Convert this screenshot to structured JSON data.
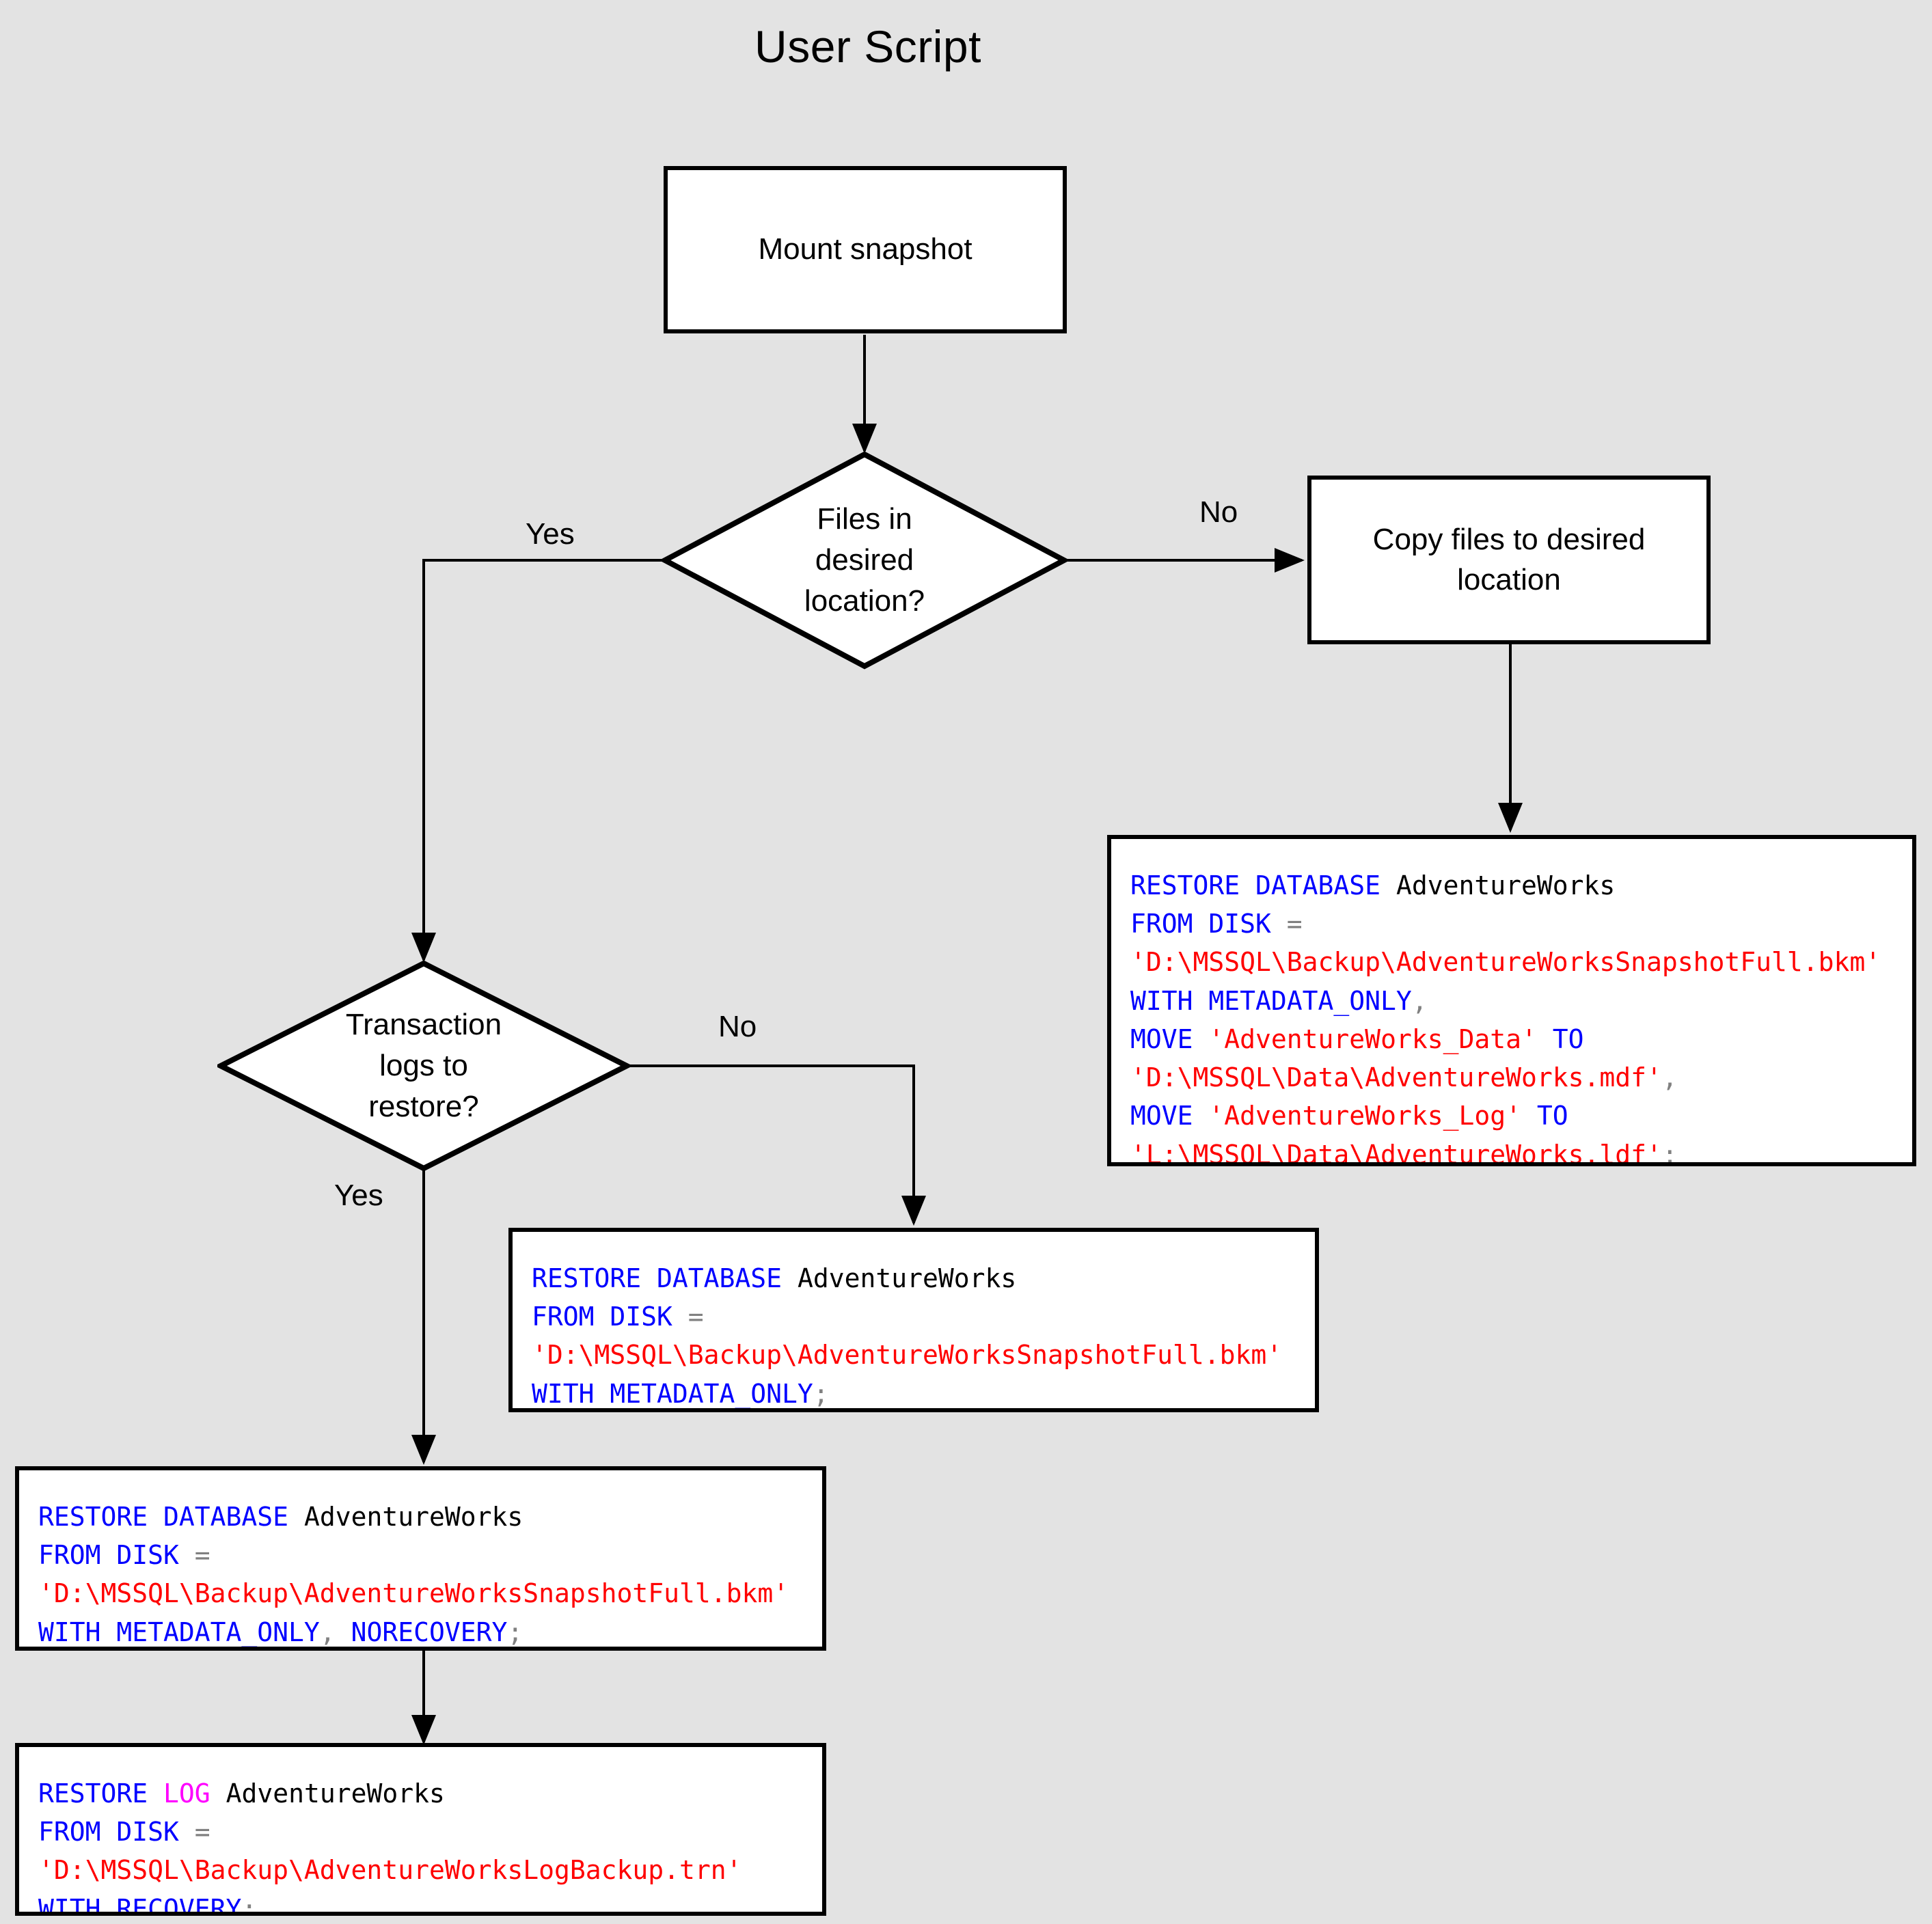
{
  "title": "User Script",
  "background_color": "#e3e3e3",
  "colors": {
    "keyword": "#0000ff",
    "log_keyword": "#ff00ff",
    "string": "#ff0000",
    "identifier": "#000000",
    "operator": "#808080",
    "node_fill": "#ffffff",
    "node_stroke": "#000000"
  },
  "nodes": {
    "mount_snapshot": {
      "label": "Mount snapshot",
      "type": "process"
    },
    "files_in_desired_location": {
      "label": "Files in\ndesired\nlocation?",
      "type": "decision"
    },
    "copy_files": {
      "label": "Copy files to desired\nlocation",
      "type": "process"
    },
    "transaction_logs": {
      "label": "Transaction\nlogs to\nrestore?",
      "type": "decision"
    }
  },
  "edge_labels": {
    "files_yes": "Yes",
    "files_no": "No",
    "logs_no": "No",
    "logs_yes": "Yes"
  },
  "code_blocks": {
    "restore_with_move": {
      "name": "restore-database-with-move",
      "plain": "RESTORE DATABASE AdventureWorks\nFROM DISK =\n'D:\\MSSQL\\Backup\\AdventureWorksSnapshotFull.bkm'\nWITH METADATA_ONLY,\nMOVE 'AdventureWorks_Data' TO\n'D:\\MSSQL\\Data\\AdventureWorks.mdf',\nMOVE 'AdventureWorks_Log' TO\n'L:\\MSSQL\\Data\\AdventureWorks.ldf';",
      "tokens": [
        [
          {
            "t": "RESTORE DATABASE",
            "c": "kw"
          },
          {
            "t": " ",
            "c": "id"
          },
          {
            "t": "AdventureWorks",
            "c": "id"
          }
        ],
        [
          {
            "t": "FROM DISK",
            "c": "kw"
          },
          {
            "t": " ",
            "c": "id"
          },
          {
            "t": "=",
            "c": "op"
          }
        ],
        [
          {
            "t": "'D:\\MSSQL\\Backup\\AdventureWorksSnapshotFull.bkm'",
            "c": "str"
          }
        ],
        [
          {
            "t": "WITH METADATA_ONLY",
            "c": "kw"
          },
          {
            "t": ",",
            "c": "op"
          }
        ],
        [
          {
            "t": "MOVE",
            "c": "kw"
          },
          {
            "t": " ",
            "c": "id"
          },
          {
            "t": "'AdventureWorks_Data'",
            "c": "str"
          },
          {
            "t": " ",
            "c": "id"
          },
          {
            "t": "TO",
            "c": "kw"
          }
        ],
        [
          {
            "t": "'D:\\MSSQL\\Data\\AdventureWorks.mdf'",
            "c": "str"
          },
          {
            "t": ",",
            "c": "op"
          }
        ],
        [
          {
            "t": "MOVE",
            "c": "kw"
          },
          {
            "t": " ",
            "c": "id"
          },
          {
            "t": "'AdventureWorks_Log'",
            "c": "str"
          },
          {
            "t": " ",
            "c": "id"
          },
          {
            "t": "TO",
            "c": "kw"
          }
        ],
        [
          {
            "t": "'L:\\MSSQL\\Data\\AdventureWorks.ldf'",
            "c": "str"
          },
          {
            "t": ";",
            "c": "op"
          }
        ]
      ]
    },
    "restore_metadata_only": {
      "name": "restore-database-metadata-only",
      "plain": "RESTORE DATABASE AdventureWorks\nFROM DISK =\n'D:\\MSSQL\\Backup\\AdventureWorksSnapshotFull.bkm'\nWITH METADATA_ONLY;",
      "tokens": [
        [
          {
            "t": "RESTORE DATABASE",
            "c": "kw"
          },
          {
            "t": " ",
            "c": "id"
          },
          {
            "t": "AdventureWorks",
            "c": "id"
          }
        ],
        [
          {
            "t": "FROM DISK",
            "c": "kw"
          },
          {
            "t": " ",
            "c": "id"
          },
          {
            "t": "=",
            "c": "op"
          }
        ],
        [
          {
            "t": "'D:\\MSSQL\\Backup\\AdventureWorksSnapshotFull.bkm'",
            "c": "str"
          }
        ],
        [
          {
            "t": "WITH METADATA_ONLY",
            "c": "kw"
          },
          {
            "t": ";",
            "c": "op"
          }
        ]
      ]
    },
    "restore_norecovery": {
      "name": "restore-database-norecovery",
      "plain": "RESTORE DATABASE AdventureWorks\nFROM DISK =\n'D:\\MSSQL\\Backup\\AdventureWorksSnapshotFull.bkm'\nWITH METADATA_ONLY, NORECOVERY;",
      "tokens": [
        [
          {
            "t": "RESTORE DATABASE",
            "c": "kw"
          },
          {
            "t": " ",
            "c": "id"
          },
          {
            "t": "AdventureWorks",
            "c": "id"
          }
        ],
        [
          {
            "t": "FROM DISK",
            "c": "kw"
          },
          {
            "t": " ",
            "c": "id"
          },
          {
            "t": "=",
            "c": "op"
          }
        ],
        [
          {
            "t": "'D:\\MSSQL\\Backup\\AdventureWorksSnapshotFull.bkm'",
            "c": "str"
          }
        ],
        [
          {
            "t": "WITH METADATA_ONLY",
            "c": "kw"
          },
          {
            "t": ",",
            "c": "op"
          },
          {
            "t": " ",
            "c": "id"
          },
          {
            "t": "NORECOVERY",
            "c": "kw"
          },
          {
            "t": ";",
            "c": "op"
          }
        ]
      ]
    },
    "restore_log": {
      "name": "restore-log-recovery",
      "plain": "RESTORE LOG AdventureWorks\nFROM DISK =\n'D:\\MSSQL\\Backup\\AdventureWorksLogBackup.trn'\nWITH RECOVERY;",
      "tokens": [
        [
          {
            "t": "RESTORE",
            "c": "kw"
          },
          {
            "t": " ",
            "c": "id"
          },
          {
            "t": "LOG",
            "c": "log"
          },
          {
            "t": " ",
            "c": "id"
          },
          {
            "t": "AdventureWorks",
            "c": "id"
          }
        ],
        [
          {
            "t": "FROM DISK",
            "c": "kw"
          },
          {
            "t": " ",
            "c": "id"
          },
          {
            "t": "=",
            "c": "op"
          }
        ],
        [
          {
            "t": "'D:\\MSSQL\\Backup\\AdventureWorksLogBackup.trn'",
            "c": "str"
          }
        ],
        [
          {
            "t": "WITH RECOVERY",
            "c": "kw"
          },
          {
            "t": ";",
            "c": "op"
          }
        ]
      ]
    }
  }
}
